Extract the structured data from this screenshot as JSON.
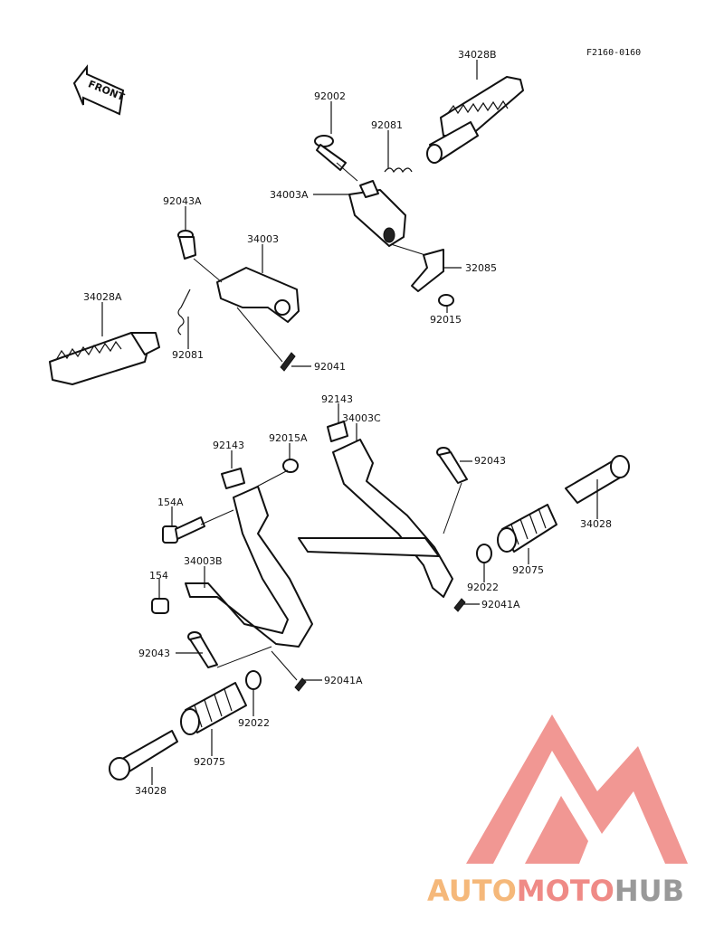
{
  "drawing_code": "F2160-0160",
  "front_label": "FRONT",
  "logo": {
    "text_a": "AUTO",
    "text_b": "MOTO",
    "text_c": "HUB",
    "color_a": "#f5b87a",
    "color_b": "#ef8a86",
    "color_c": "#999999",
    "triangle_color": "#f08c87"
  },
  "labels": [
    {
      "id": "34028B-top",
      "text": "34028B"
    },
    {
      "id": "92002",
      "text": "92002"
    },
    {
      "id": "92081-top",
      "text": "92081"
    },
    {
      "id": "34003A",
      "text": "34003A"
    },
    {
      "id": "92043A",
      "text": "92043A"
    },
    {
      "id": "34003",
      "text": "34003"
    },
    {
      "id": "32085",
      "text": "32085"
    },
    {
      "id": "92015",
      "text": "92015"
    },
    {
      "id": "34028A",
      "text": "34028A"
    },
    {
      "id": "92081-left",
      "text": "92081"
    },
    {
      "id": "92041",
      "text": "92041"
    },
    {
      "id": "92143-right",
      "text": "92143"
    },
    {
      "id": "34003C",
      "text": "34003C"
    },
    {
      "id": "92143-left",
      "text": "92143"
    },
    {
      "id": "92015A",
      "text": "92015A"
    },
    {
      "id": "92043-right",
      "text": "92043"
    },
    {
      "id": "154A",
      "text": "154A"
    },
    {
      "id": "34028-right",
      "text": "34028"
    },
    {
      "id": "34003B",
      "text": "34003B"
    },
    {
      "id": "92075-right",
      "text": "92075"
    },
    {
      "id": "92022-right",
      "text": "92022"
    },
    {
      "id": "154",
      "text": "154"
    },
    {
      "id": "92041A-right",
      "text": "92041A"
    },
    {
      "id": "92043-left",
      "text": "92043"
    },
    {
      "id": "92041A-left",
      "text": "92041A"
    },
    {
      "id": "92022-left",
      "text": "92022"
    },
    {
      "id": "92075-left",
      "text": "92075"
    },
    {
      "id": "34028-left",
      "text": "34028"
    }
  ]
}
